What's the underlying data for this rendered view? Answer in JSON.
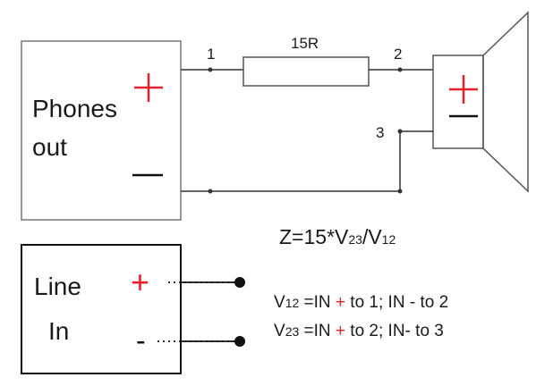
{
  "colors": {
    "wire": "#333333",
    "box_light": "#777777",
    "box_dark": "#111111",
    "plus": "#e8202c",
    "text": "#1a1a1a"
  },
  "phones": {
    "line1": "Phones",
    "line2": "out",
    "minus": "—"
  },
  "resistor": {
    "label": "15R"
  },
  "nodes": {
    "n1": "1",
    "n2": "2",
    "n3": "3"
  },
  "speaker": {
    "minus": "—"
  },
  "formula": {
    "z": "Z=15*V",
    "sub1": "23",
    "slash": "/V",
    "sub2": "12"
  },
  "line_in": {
    "line1": "Line",
    "line2": "In",
    "plus": "+",
    "minus": "-"
  },
  "eq1": {
    "v": "V",
    "sub": "12",
    "a": " =IN ",
    "plus": "+",
    "b": " to 1; IN - to 2"
  },
  "eq2": {
    "v": "V",
    "sub": "23",
    "a": " =IN ",
    "plus": "+",
    "b": " to 2; IN- to 3"
  }
}
